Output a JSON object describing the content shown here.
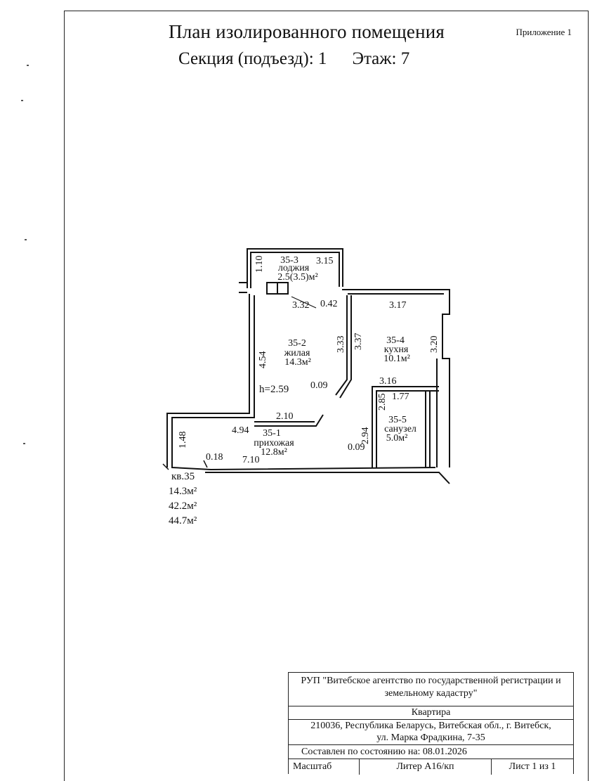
{
  "header": {
    "appendix": "Приложение 1",
    "title": "План изолированного помещения",
    "section_label": "Секция (подъезд): 1",
    "floor_label": "Этаж: 7"
  },
  "plan": {
    "loggia": {
      "id": "35-3",
      "name": "лоджия",
      "area": "2.5(3.5)м²"
    },
    "living": {
      "id": "35-2",
      "name": "жилая",
      "area": "14.3м²"
    },
    "kitchen": {
      "id": "35-4",
      "name": "кухня",
      "area": "10.1м²"
    },
    "hall": {
      "id": "35-1",
      "name": "прихожая",
      "area": "12.8м²"
    },
    "bath": {
      "id": "35-5",
      "name": "санузел",
      "area": "5.0м²"
    },
    "ceiling_height": "h=2.59",
    "dims": {
      "d110": "1.10",
      "d315": "3.15",
      "d332": "3.32",
      "d042": "0.42",
      "d317": "3.17",
      "d333": "3.33",
      "d337": "3.37",
      "d320": "3.20",
      "d454": "4.54",
      "d009a": "0.09",
      "d316": "3.16",
      "d285": "2.85",
      "d177": "1.77",
      "d210": "2.10",
      "d494": "4.94",
      "d148": "1.48",
      "d294": "2.94",
      "d009b": "0.09",
      "d018": "0.18",
      "d710": "7.10"
    }
  },
  "summary": {
    "apartment": "кв.35",
    "living_area": "14.3м²",
    "total_area": "42.2м²",
    "area_with_loggia": "44.7м²"
  },
  "stamp": {
    "organization": "РУП \"Витебское агентство по государственной регистрации и земельному кадастру\"",
    "object_type": "Квартира",
    "address_line1": "210036, Республика Беларусь, Витебская обл., г. Витебск,",
    "address_line2": "ул. Марка Фрадкина, 7-35",
    "date_label": "Составлен по состоянию на: 08.01.2026",
    "scale_label": "Масштаб",
    "liter_label": "Литер А16/кп",
    "sheet_label": "Лист 1 из 1"
  }
}
